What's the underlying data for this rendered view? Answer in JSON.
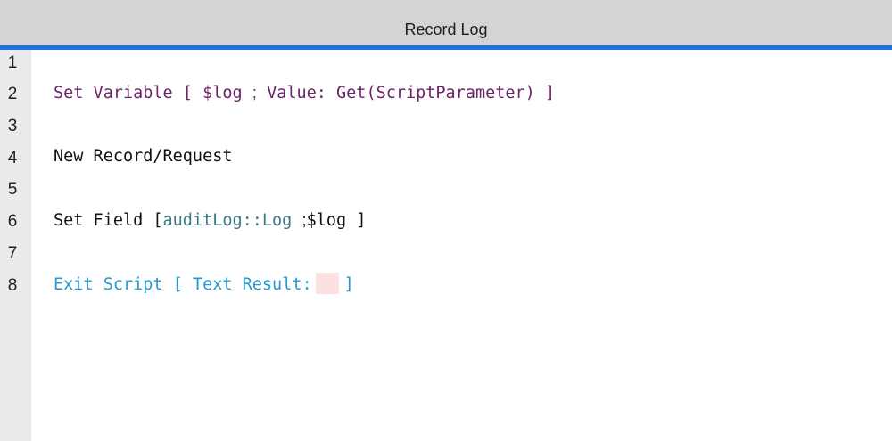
{
  "window": {
    "title": "Record Log"
  },
  "colors": {
    "tab_accent": "#1a73e0",
    "set_variable": "#6b2469",
    "field_ref": "#3c7a84",
    "exit_script": "#259ad0",
    "empty_param": "#fbe1df"
  },
  "lines": [
    {
      "num": "1"
    },
    {
      "num": "2",
      "step": "Set Variable",
      "open": "[",
      "var": "$log",
      "sep": ";",
      "param": "Value: Get(ScriptParameter)",
      "close": "]"
    },
    {
      "num": "3"
    },
    {
      "num": "4",
      "step": "New Record/Request"
    },
    {
      "num": "5"
    },
    {
      "num": "6",
      "step": "Set Field",
      "open": "[",
      "field": "auditLog::Log",
      "sep": ";",
      "var": "$log",
      "close": "]"
    },
    {
      "num": "7"
    },
    {
      "num": "8",
      "step": "Exit Script",
      "open": "[",
      "param": "Text Result:",
      "close": "]"
    }
  ]
}
